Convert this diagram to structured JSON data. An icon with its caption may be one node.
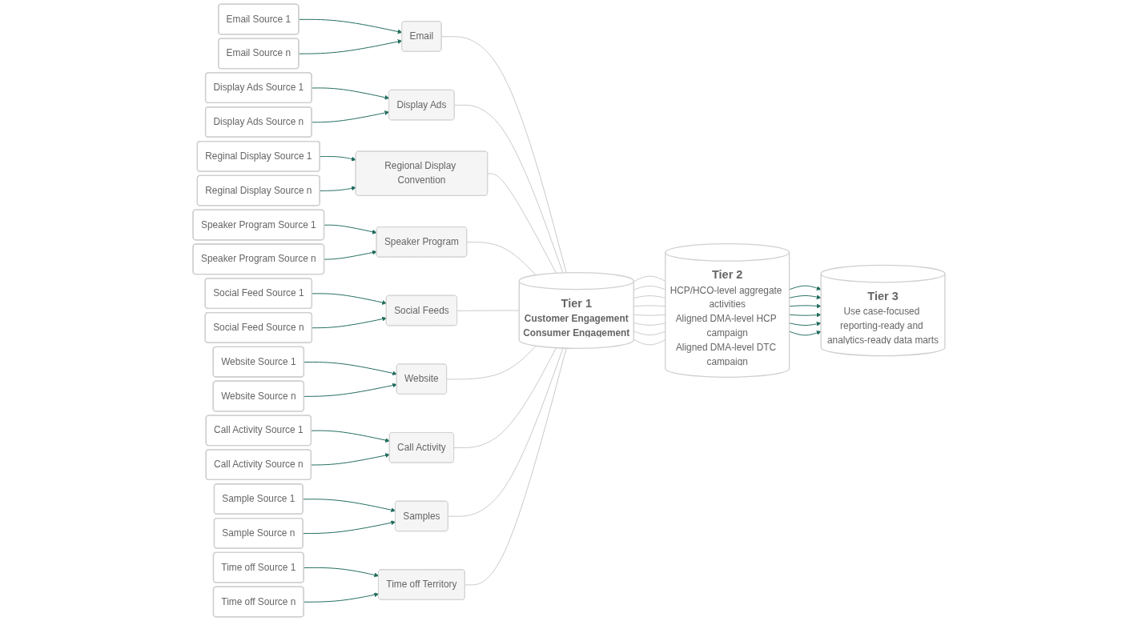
{
  "diagram": {
    "nodes": [
      {
        "text": [
          "Email Source 1"
        ]
      },
      {
        "text": [
          "Email Source n"
        ]
      },
      {
        "text": [
          "Display Ads Source 1"
        ]
      },
      {
        "text": [
          "Display Ads Source n"
        ]
      },
      {
        "text": [
          "Reginal Display Source 1"
        ]
      },
      {
        "text": [
          "Reginal Display Source n"
        ]
      },
      {
        "text": [
          "Speaker Program Source 1"
        ]
      },
      {
        "text": [
          "Speaker Program Source n"
        ]
      },
      {
        "text": [
          "Social Feed Source 1"
        ]
      },
      {
        "text": [
          "Social Feed Source n"
        ]
      },
      {
        "text": [
          "Website Source 1"
        ]
      },
      {
        "text": [
          "Website Source n"
        ]
      },
      {
        "text": [
          "Call Activity Source 1"
        ]
      },
      {
        "text": [
          "Call Activity Source n"
        ]
      },
      {
        "text": [
          "Sample Source 1"
        ]
      },
      {
        "text": [
          "Sample Source n"
        ]
      },
      {
        "text": [
          "Time off Source 1"
        ]
      },
      {
        "text": [
          "Time off Source n"
        ]
      },
      {
        "text": [
          "Email"
        ]
      },
      {
        "text": [
          "Display Ads"
        ]
      },
      {
        "text": [
          "Regional Display Convention"
        ]
      },
      {
        "text": [
          "Speaker Program"
        ]
      },
      {
        "text": [
          "Social Feeds"
        ]
      },
      {
        "text": [
          "Website"
        ]
      },
      {
        "text": [
          "Call Activity"
        ]
      },
      {
        "text": [
          "Samples"
        ]
      },
      {
        "text": [
          "Time off Territory"
        ]
      },
      {
        "text": [
          "Tier 1",
          "Customer Engagement",
          "Consumer Engagement"
        ]
      },
      {
        "text": [
          "Tier 2",
          "HCP/HCO-level aggregate activities",
          "Aligned DMA-level HCP campaign",
          "Aligned DMA-level DTC campaign"
        ]
      },
      {
        "text": [
          "Tier 3",
          "Use case-focused reporting-ready and analytics-ready data marts"
        ]
      }
    ],
    "edges": [
      {
        "from": 0,
        "to": 18,
        "arrow": "to"
      },
      {
        "from": 1,
        "to": 18,
        "arrow": "to"
      },
      {
        "from": 2,
        "to": 19,
        "arrow": "to"
      },
      {
        "from": 3,
        "to": 19,
        "arrow": "to"
      },
      {
        "from": 4,
        "to": 20,
        "arrow": "to"
      },
      {
        "from": 5,
        "to": 20,
        "arrow": "to"
      },
      {
        "from": 6,
        "to": 21,
        "arrow": "to"
      },
      {
        "from": 7,
        "to": 21,
        "arrow": "to"
      },
      {
        "from": 8,
        "to": 22,
        "arrow": "to"
      },
      {
        "from": 9,
        "to": 22,
        "arrow": "to"
      },
      {
        "from": 10,
        "to": 23,
        "arrow": "to"
      },
      {
        "from": 11,
        "to": 23,
        "arrow": "to"
      },
      {
        "from": 12,
        "to": 24,
        "arrow": "to"
      },
      {
        "from": 13,
        "to": 24,
        "arrow": "to"
      },
      {
        "from": 14,
        "to": 25,
        "arrow": "to"
      },
      {
        "from": 15,
        "to": 25,
        "arrow": "to"
      },
      {
        "from": 16,
        "to": 26,
        "arrow": "to"
      },
      {
        "from": 17,
        "to": 26,
        "arrow": "to"
      },
      {
        "from": 18,
        "to": 27,
        "arrow": "none",
        "color": "#c8c8c8"
      },
      {
        "from": 19,
        "to": 27,
        "arrow": "none",
        "color": "#c8c8c8"
      },
      {
        "from": 20,
        "to": 27,
        "arrow": "none",
        "color": "#c8c8c8"
      },
      {
        "from": 21,
        "to": 27,
        "arrow": "none",
        "color": "#c8c8c8"
      },
      {
        "from": 22,
        "to": 27,
        "arrow": "none",
        "color": "#c8c8c8"
      },
      {
        "from": 23,
        "to": 27,
        "arrow": "none",
        "color": "#c8c8c8"
      },
      {
        "from": 24,
        "to": 27,
        "arrow": "none",
        "color": "#c8c8c8"
      },
      {
        "from": 25,
        "to": 27,
        "arrow": "none",
        "color": "#c8c8c8"
      },
      {
        "from": 26,
        "to": 27,
        "arrow": "none",
        "color": "#c8c8c8"
      },
      {
        "from": 27,
        "to": 28,
        "arrow": "none",
        "color": "#c8c8c8"
      },
      {
        "from": 27,
        "to": 28,
        "arrow": "none",
        "color": "#c8c8c8"
      },
      {
        "from": 27,
        "to": 28,
        "arrow": "none",
        "color": "#c8c8c8"
      },
      {
        "from": 27,
        "to": 28,
        "arrow": "none",
        "color": "#c8c8c8"
      },
      {
        "from": 27,
        "to": 28,
        "arrow": "none",
        "color": "#c8c8c8"
      },
      {
        "from": 27,
        "to": 28,
        "arrow": "none",
        "color": "#c8c8c8"
      },
      {
        "from": 27,
        "to": 28,
        "arrow": "none",
        "color": "#c8c8c8"
      },
      {
        "from": 27,
        "to": 28,
        "arrow": "none",
        "color": "#c8c8c8"
      },
      {
        "from": 28,
        "to": 29,
        "arrow": "to"
      },
      {
        "from": 28,
        "to": 29,
        "arrow": "to"
      },
      {
        "from": 28,
        "to": 29,
        "arrow": "to"
      },
      {
        "from": 28,
        "to": 29,
        "arrow": "to"
      },
      {
        "from": 28,
        "to": 29,
        "arrow": "to"
      },
      {
        "from": 28,
        "to": 29,
        "arrow": "to"
      }
    ]
  }
}
